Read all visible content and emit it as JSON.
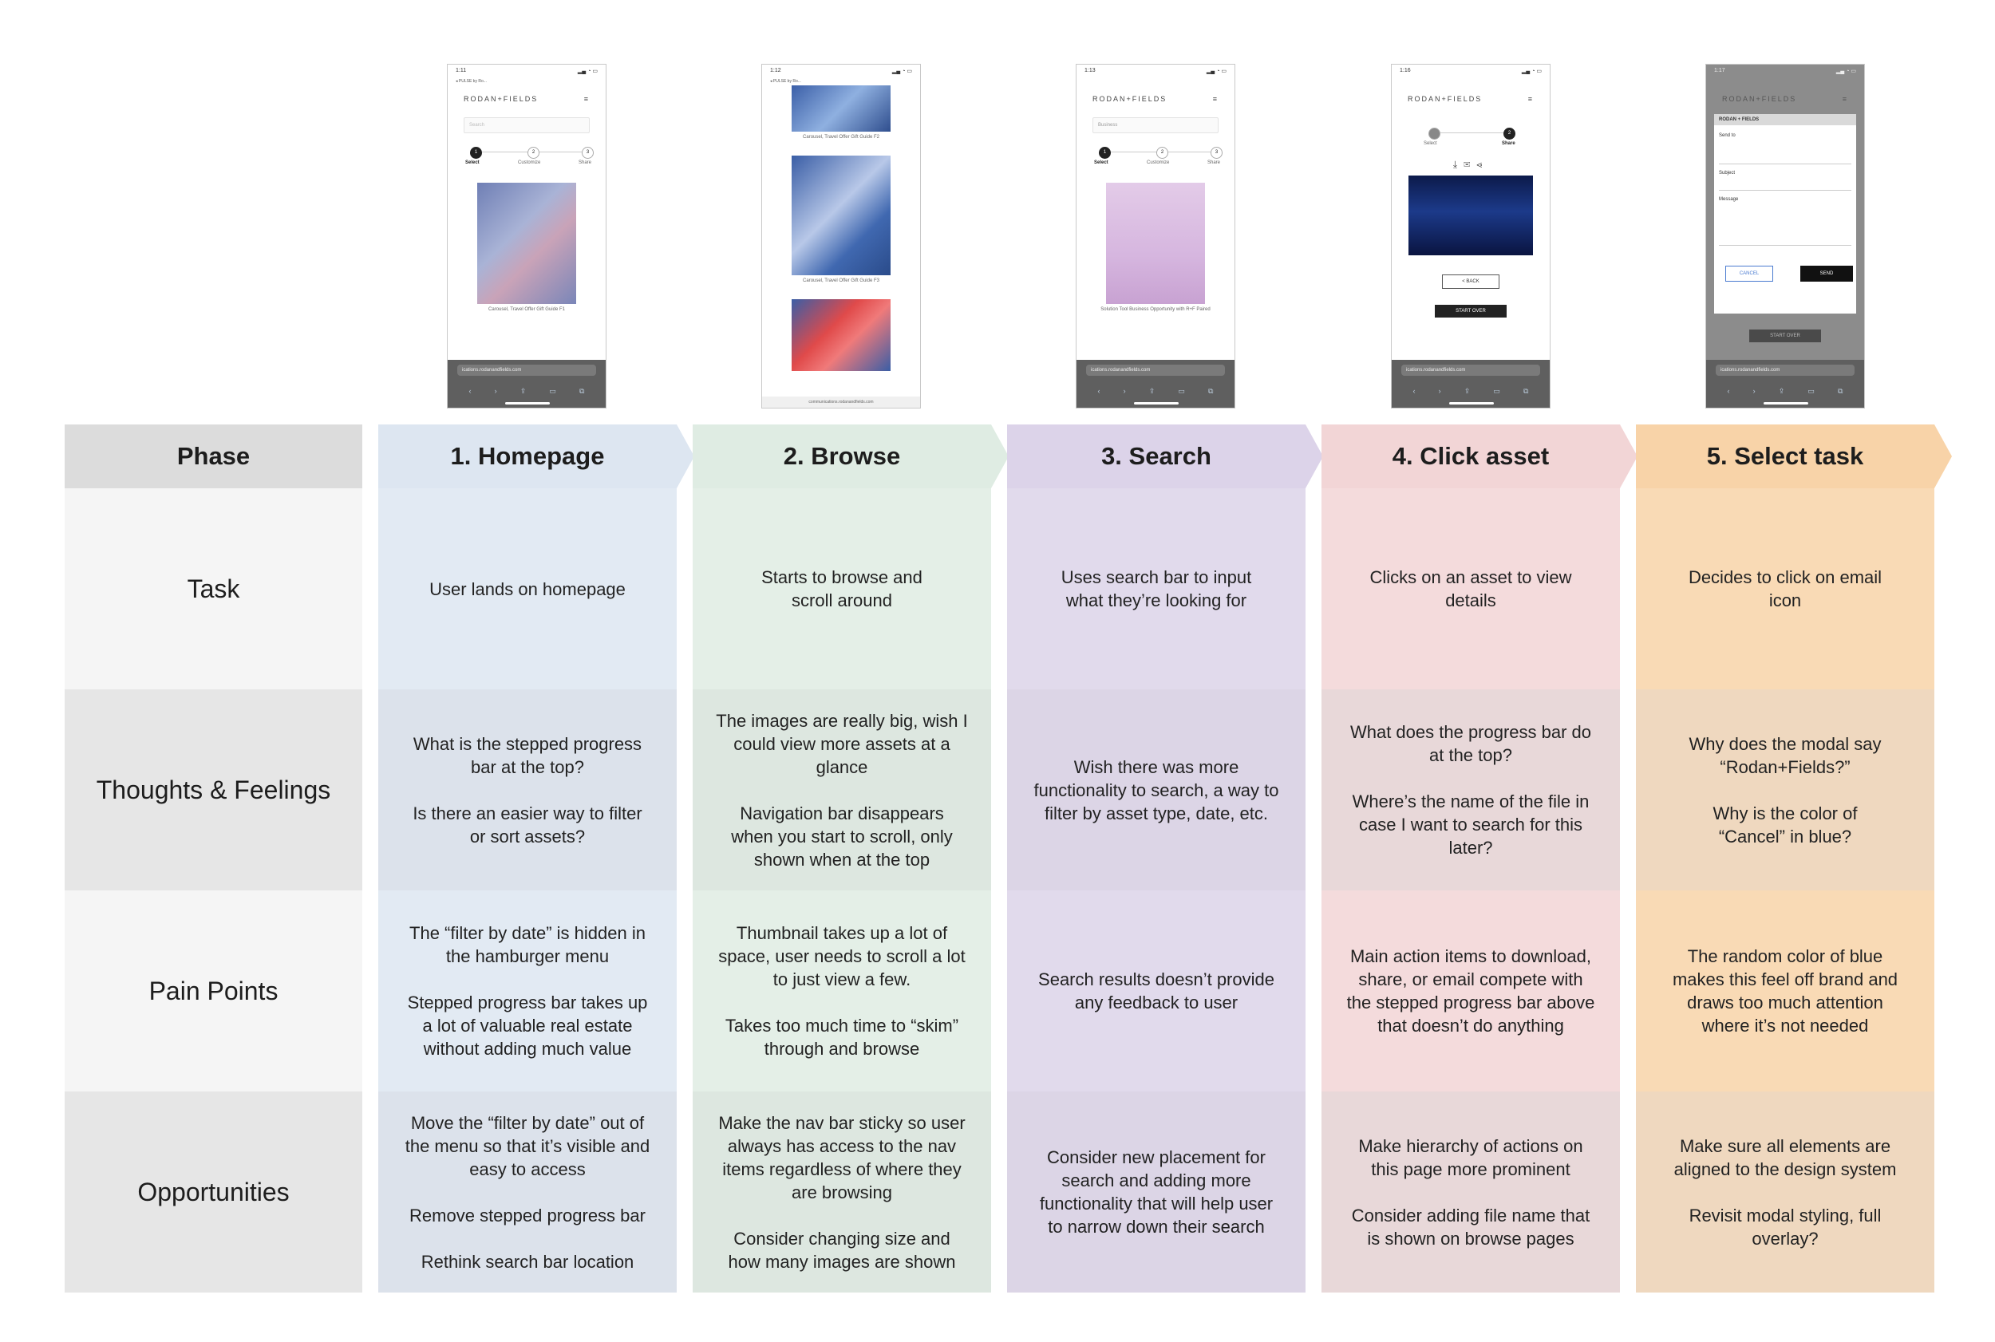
{
  "phase_label": "Phase",
  "rows": [
    "Task",
    "Thoughts & Feelings",
    "Pain Points",
    "Opportunities"
  ],
  "phases": [
    {
      "title": "1. Homepage",
      "color": "#dde6f1",
      "row_alt": "#e3e9f2",
      "task": "User lands on homepage",
      "thoughts": "What is the stepped progress\nbar at the top?\n\nIs there an easier way to filter\nor sort assets?",
      "pain": "The “filter by date” is hidden in\nthe hamburger menu\n\nStepped progress bar takes up\na lot of valuable real estate\nwithout adding much value",
      "opps": "Move the “filter by date” out of\nthe menu so that it’s visible and\neasy to access\n\nRemove stepped progress bar\n\nRethink search bar location"
    },
    {
      "title": "2. Browse",
      "color": "#dfece3",
      "row_alt": "#e4eee7",
      "task": "Starts to browse and\nscroll around",
      "thoughts": "The images are really big, wish I\ncould view more assets at a\nglance\n\nNavigation bar disappears\nwhen you start to scroll, only\nshown when at the top",
      "pain": "Thumbnail takes up a lot of\nspace, user needs to scroll a lot\nto just view a few.\n\nTakes too much time to “skim”\nthrough and browse",
      "opps": "Make the nav bar sticky so user\nalways has access to the nav\nitems regardless of where they\nare browsing\n\nConsider changing size and\nhow many images are shown"
    },
    {
      "title": "3. Search",
      "color": "#dcd3e9",
      "row_alt": "#e3dced",
      "task": "Uses search bar to input\nwhat they’re looking for",
      "thoughts": "Wish there was more\nfunctionality to search, a way to\nfilter by asset type, date, etc.",
      "pain": "Search results doesn’t provide\nany feedback to user",
      "opps": "Consider new placement for\nsearch and adding more\nfunctionality that will help user\nto narrow down their search"
    },
    {
      "title": "4. Click asset",
      "color": "#f2d5d6",
      "row_alt": "#efdfe0",
      "task": "Clicks on an asset to view\ndetails",
      "thoughts": "What does the progress bar do\nat the top?\n\nWhere’s the name of the file in\ncase I want to search for this\nlater?",
      "pain": "Main action items to download,\nshare, or email compete with\nthe stepped progress bar above\nthat doesn’t do anything",
      "opps": "Make hierarchy of actions on\nthis page more prominent\n\nConsider adding file name that\nis shown on browse pages"
    },
    {
      "title": "5. Select task",
      "color": "#f8d3a8",
      "row_alt": "#f6dfc5",
      "task": "Decides to click on email\nicon",
      "thoughts": "Why does the modal say\n“Rodan+Fields?”\n\nWhy is the color of\n“Cancel” in blue?",
      "pain": "The random color of blue\nmakes this feel off brand and\ndraws too much attention\nwhere it’s not needed",
      "opps": "Make sure all elements are\naligned to the design system\n\nRevisit modal styling, full\noverlay?"
    }
  ],
  "screens": [
    {
      "time": "1:11",
      "carrier": "◂ PULSE by Ro...",
      "brand": "RODAN+FIELDS",
      "search": "Search",
      "steps": [
        "Select",
        "Customize",
        "Share"
      ],
      "caption": "Carousel, Travel Offer Gift Guide F1",
      "url": "ications.rodanandfields.com"
    },
    {
      "time": "1:12",
      "carrier": "◂ PULSE by Ro...",
      "captions": [
        "Carousel, Travel Offer Gift Guide F2",
        "Carousel, Travel Offer Gift Guide F3"
      ],
      "url": "communications.rodanandfields.com"
    },
    {
      "time": "1:13",
      "brand": "RODAN+FIELDS",
      "search": "Business",
      "steps": [
        "Select",
        "Customize",
        "Share"
      ],
      "caption": "Solution Tool Business Opportunity with R+F Paired",
      "url": "ications.rodanandfields.com"
    },
    {
      "time": "1:16",
      "brand": "RODAN+FIELDS",
      "steps": [
        "Select",
        "Share"
      ],
      "back": "< BACK",
      "start_over": "START OVER",
      "url": "ications.rodanandfields.com"
    },
    {
      "time": "1:17",
      "brand": "RODAN+FIELDS",
      "modal_title": "RODAN + FIELDS",
      "send_to": "Send to",
      "subject": "Subject",
      "message": "Message",
      "cancel": "CANCEL",
      "send": "SEND",
      "start_over": "START OVER",
      "url": "ications.rodanandfields.com"
    }
  ],
  "colors": {
    "label_col_dark": "#e4e4e4",
    "label_col_light": "#f5f5f5",
    "phase_header": "#dcdcdc"
  }
}
